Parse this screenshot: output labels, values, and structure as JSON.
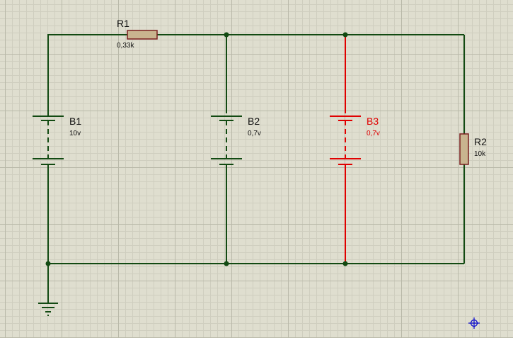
{
  "colors": {
    "wire": "#124a12",
    "selected": "#e00000",
    "resistor_fill": "#c9b48f",
    "resistor_stroke": "#7a1f1f",
    "label": "#111111",
    "marker": "#0000cc"
  },
  "components": {
    "r1": {
      "name": "R1",
      "value": "0,33k"
    },
    "b1": {
      "name": "B1",
      "value": "10v"
    },
    "b2": {
      "name": "B2",
      "value": "0,7v"
    },
    "b3": {
      "name": "B3",
      "value": "0,7v",
      "selected": true
    },
    "r2": {
      "name": "R2",
      "value": "10k"
    }
  },
  "icons": {
    "ground": "ground-symbol-icon",
    "origin_marker": "crosshair-icon"
  }
}
